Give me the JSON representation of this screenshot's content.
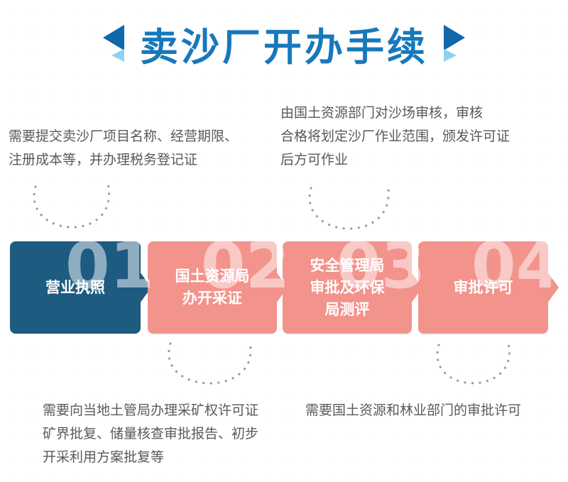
{
  "page": {
    "title": "卖沙厂开办手续"
  },
  "annotations": {
    "top_left": "需要提交卖沙厂项目名称、经营期限、\n注册成本等，并办理税务登记证",
    "top_right": "由国土资源部门对沙场审核，审核\n合格将划定沙厂作业范围，颁发许可证\n后方可作业",
    "bottom_left": "需要向当地土管局办理采矿权许可证\n矿界批复、储量核查审批报告、初步\n开采利用方案批复等",
    "bottom_right": "需要国土资源和林业部门的审批许可"
  },
  "steps": [
    {
      "number": "01",
      "label": "营业执照"
    },
    {
      "number": "02",
      "label": "国土资源局\n办开采证"
    },
    {
      "number": "03",
      "label": "安全管理局\n审批及环保\n局测评"
    },
    {
      "number": "04",
      "label": "审批许可"
    }
  ],
  "colors": {
    "title_blue": "#1778bc",
    "deco_dark_blue": "#0f68a8",
    "deco_light_blue": "#8fd0f0",
    "step1_bg": "#1d5b80",
    "step_salmon_bg": "#f2938c",
    "step_text": "#ffffff",
    "note_text": "#595959",
    "dotted_line": "#9a9a9a",
    "watermark": "rgba(255,255,255,0.5)"
  }
}
